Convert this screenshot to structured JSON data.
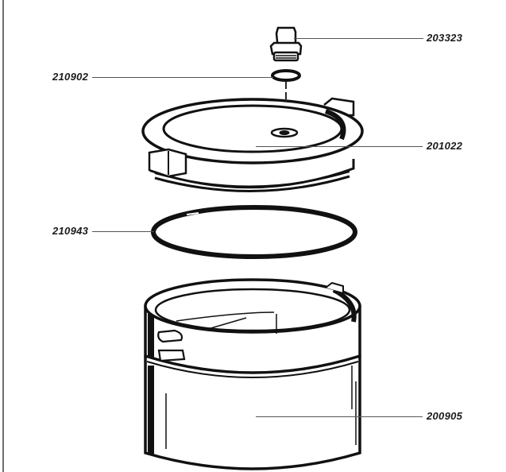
{
  "diagram": {
    "type": "exploded-parts-view",
    "parts": [
      {
        "id": "plug",
        "part_number": "203323",
        "label_side": "right"
      },
      {
        "id": "seal-washer",
        "part_number": "210902",
        "label_side": "left"
      },
      {
        "id": "lid",
        "part_number": "201022",
        "label_side": "right"
      },
      {
        "id": "o-ring",
        "part_number": "210943",
        "label_side": "left"
      },
      {
        "id": "container",
        "part_number": "200905",
        "label_side": "right"
      }
    ],
    "colors": {
      "ink": "#111111",
      "leader": "#555555",
      "frame": "#6f6f6f",
      "background": "#ffffff"
    }
  }
}
